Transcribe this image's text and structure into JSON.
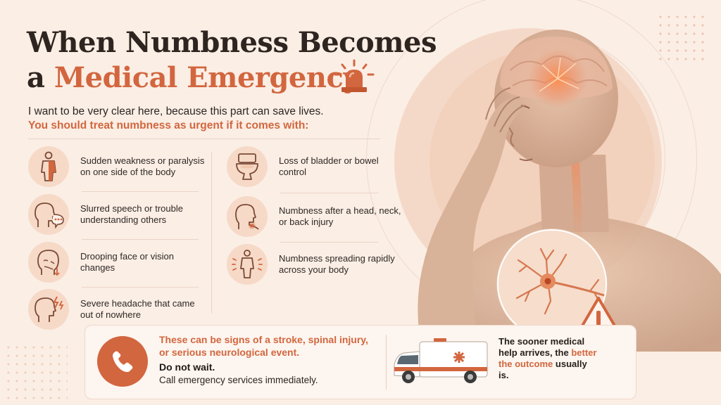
{
  "title": {
    "line1": "When Numbness Becomes",
    "line2_prefix": "a ",
    "line2_accent": "Medical Emergency"
  },
  "intro": "I want to be very clear here, because this part can save lives.",
  "lead": "You should treat numbness as urgent if it comes with:",
  "symptoms_left": [
    {
      "icon": "body-weakness-icon",
      "text": "Sudden weakness or paralysis on one side of the body"
    },
    {
      "icon": "slurred-speech-icon",
      "text": "Slurred speech or trouble understanding others"
    },
    {
      "icon": "drooping-face-icon",
      "text": "Drooping face or vision changes"
    },
    {
      "icon": "headache-icon",
      "text": "Severe headache that came out of nowhere"
    }
  ],
  "symptoms_right": [
    {
      "icon": "toilet-icon",
      "text": "Loss of bladder or bowel control"
    },
    {
      "icon": "neck-injury-icon",
      "text": "Numbness after a head, neck, or back injury"
    },
    {
      "icon": "spreading-numbness-icon",
      "text": "Numbness spreading rapidly across your body"
    }
  ],
  "callout": {
    "signs": "These can be signs of a stroke, spinal injury, or serious neurological event.",
    "dont_wait": "Do not wait.",
    "call": "Call emergency services immediately.",
    "sooner_prefix": "The sooner medical help arrives, the ",
    "sooner_accent": "better the outcome",
    "sooner_suffix": " usually is."
  },
  "colors": {
    "accent": "#d2663e",
    "background": "#fbeee5",
    "icon_bg": "#f6d9c7",
    "text_dark": "#2e2520"
  }
}
